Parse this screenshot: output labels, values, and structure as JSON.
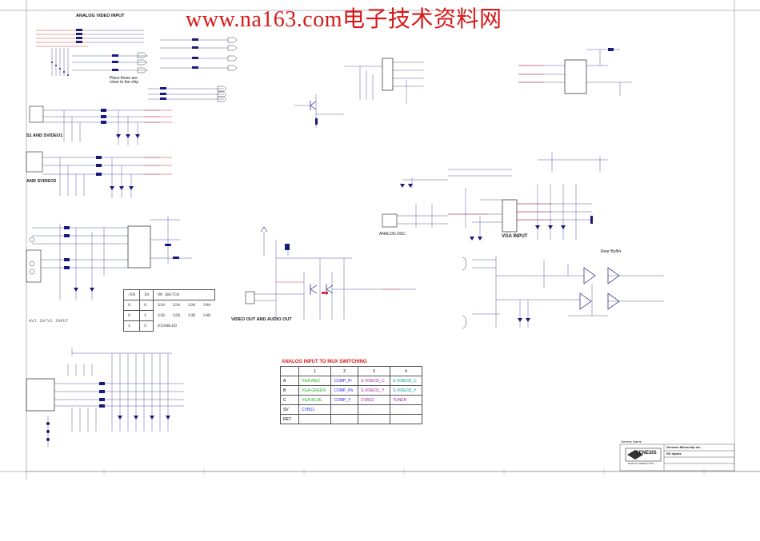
{
  "watermark": "www.na163.com电子技术资料网",
  "section_titles": {
    "analog_video_input": "ANALOG VIDEO INPUT",
    "svideo1": "S1 AND SVIDEO1",
    "svideo2": "AND SVIDEO2",
    "video_out": "VIDEO OUT AND AUDIO OUT",
    "vga_input": "VGA INPUT",
    "place_note": "Place these are close to the chip",
    "rear_buffer": "Rear Buffer",
    "analog_dsc": "ANALOG DSC",
    "avi_input": "AVI IN/V2 INPUT"
  },
  "switch_table": {
    "header": [
      "/EN",
      "IN",
      "ON SWITCH"
    ],
    "rows": [
      [
        "0",
        "0",
        "S1A",
        "S2A",
        "S3A",
        "S4A"
      ],
      [
        "0",
        "1",
        "S1B",
        "S2B",
        "S3B",
        "S4B"
      ],
      [
        "1",
        "X",
        "DISABLED",
        "",
        "",
        ""
      ]
    ]
  },
  "mux_table": {
    "title": "ANALOG INPUT TO MUX SWITCHING",
    "header": [
      "",
      "1",
      "2",
      "3",
      "4"
    ],
    "rows": [
      {
        "label": "A",
        "cells": [
          "VGA-RED",
          "COMP_Pr",
          "S-VIDEO1_C",
          "S-VIDEO2_C"
        ]
      },
      {
        "label": "B",
        "cells": [
          "VGA-GREEN",
          "COMP_Pb",
          "S-VIDEO1_Y",
          "S-VIDEO2_Y"
        ]
      },
      {
        "label": "C",
        "cells": [
          "VGA-BLUE",
          "COMP_Y",
          "CVBS2",
          "TUNER"
        ]
      },
      {
        "label": "SV",
        "cells": [
          "CVBS1",
          "",
          "",
          ""
        ]
      },
      {
        "label": "RET",
        "cells": [
          "",
          "",
          "",
          ""
        ]
      }
    ]
  },
  "title_block": {
    "company": "Genesis Microchip Inc.",
    "title": "SD Inputs",
    "logo": "GENESIS",
    "logo_sub": "DISPLAY PERFECTION",
    "doc": "Generic Name"
  },
  "colors": {
    "wire": "#5a5aa8",
    "net_red": "#d43a3a",
    "component": "#1a1a7a",
    "box": "#222222",
    "green": "#1fae1f",
    "blue": "#2a2aff",
    "purple": "#a020a0",
    "teal": "#00959b"
  }
}
